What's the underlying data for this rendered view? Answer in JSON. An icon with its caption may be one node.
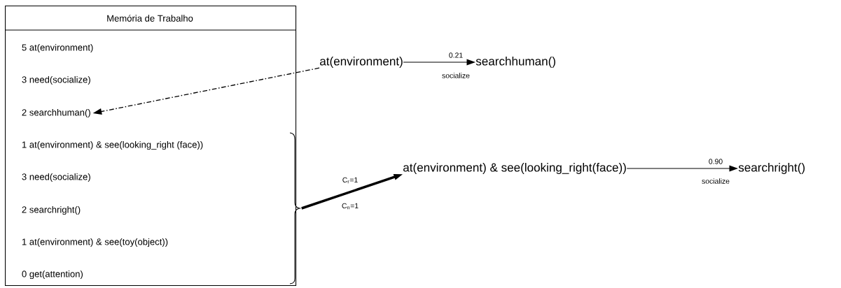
{
  "diagram": {
    "nodes": [
      {
        "text": [
          "Memória de Trabalho"
        ]
      },
      {
        "text": [
          "5 at(environment)"
        ],
        "in": 0
      },
      {
        "text": [
          "3 need(socialize)"
        ],
        "in": 0
      },
      {
        "text": [
          "2 searchhuman()"
        ],
        "in": 0
      },
      {
        "text": [
          "1 at(environment) & see(looking_right (face))"
        ],
        "in": 0
      },
      {
        "text": [
          "3 need(socialize)"
        ],
        "in": 0
      },
      {
        "text": [
          "2 searchright()"
        ],
        "in": 0
      },
      {
        "text": [
          "1 at(environment) & see(toy(object))"
        ],
        "in": 0
      },
      {
        "text": [
          "0 get(attention)"
        ],
        "in": 0
      },
      {
        "text": [
          "at(environment)"
        ]
      },
      {
        "text": [
          "searchhuman()"
        ]
      },
      {
        "text": [
          "at(environment) & see(looking_right(face))"
        ]
      },
      {
        "text": [
          "searchright()"
        ]
      },
      {
        "text": [],
        "shape": "bracket"
      }
    ],
    "edges": [
      {
        "from": 9,
        "to": 10,
        "arrow": "to",
        "label": "0.21"
      },
      {
        "from": 9,
        "to": 3,
        "arrow": "to",
        "style": "dashed"
      },
      {
        "from": 13,
        "to": 11,
        "arrow": "to",
        "style": "thick",
        "label": "C$_{r}$=1"
      },
      {
        "from": 11,
        "to": 12,
        "arrow": "to",
        "label": "0.90"
      }
    ],
    "labels": [
      "socialize",
      "socialize",
      "C$_{n}$=1"
    ]
  }
}
